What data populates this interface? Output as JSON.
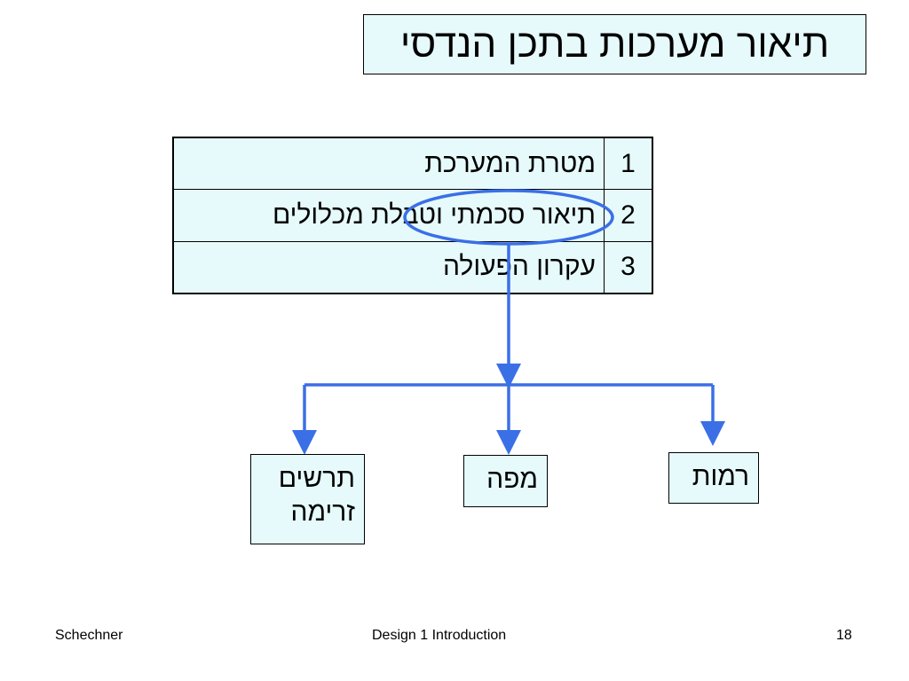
{
  "title": "תיאור מערכות בתכן הנדסי",
  "rows": [
    {
      "num": "1",
      "text": "מטרת המערכת"
    },
    {
      "num": "2",
      "text": "תיאור סכמתי וטבלת מכלולים"
    },
    {
      "num": "3",
      "text": "עקרון הפעולה"
    }
  ],
  "nodes": {
    "left": [
      "תרשים",
      "זרימה"
    ],
    "middle": "מפה",
    "right": "רמות"
  },
  "footer": {
    "left": "Schechner",
    "center": "Design 1 Introduction",
    "right": "18"
  },
  "colors": {
    "box_fill": "#e6fafc",
    "connector": "#3b6fe6"
  }
}
